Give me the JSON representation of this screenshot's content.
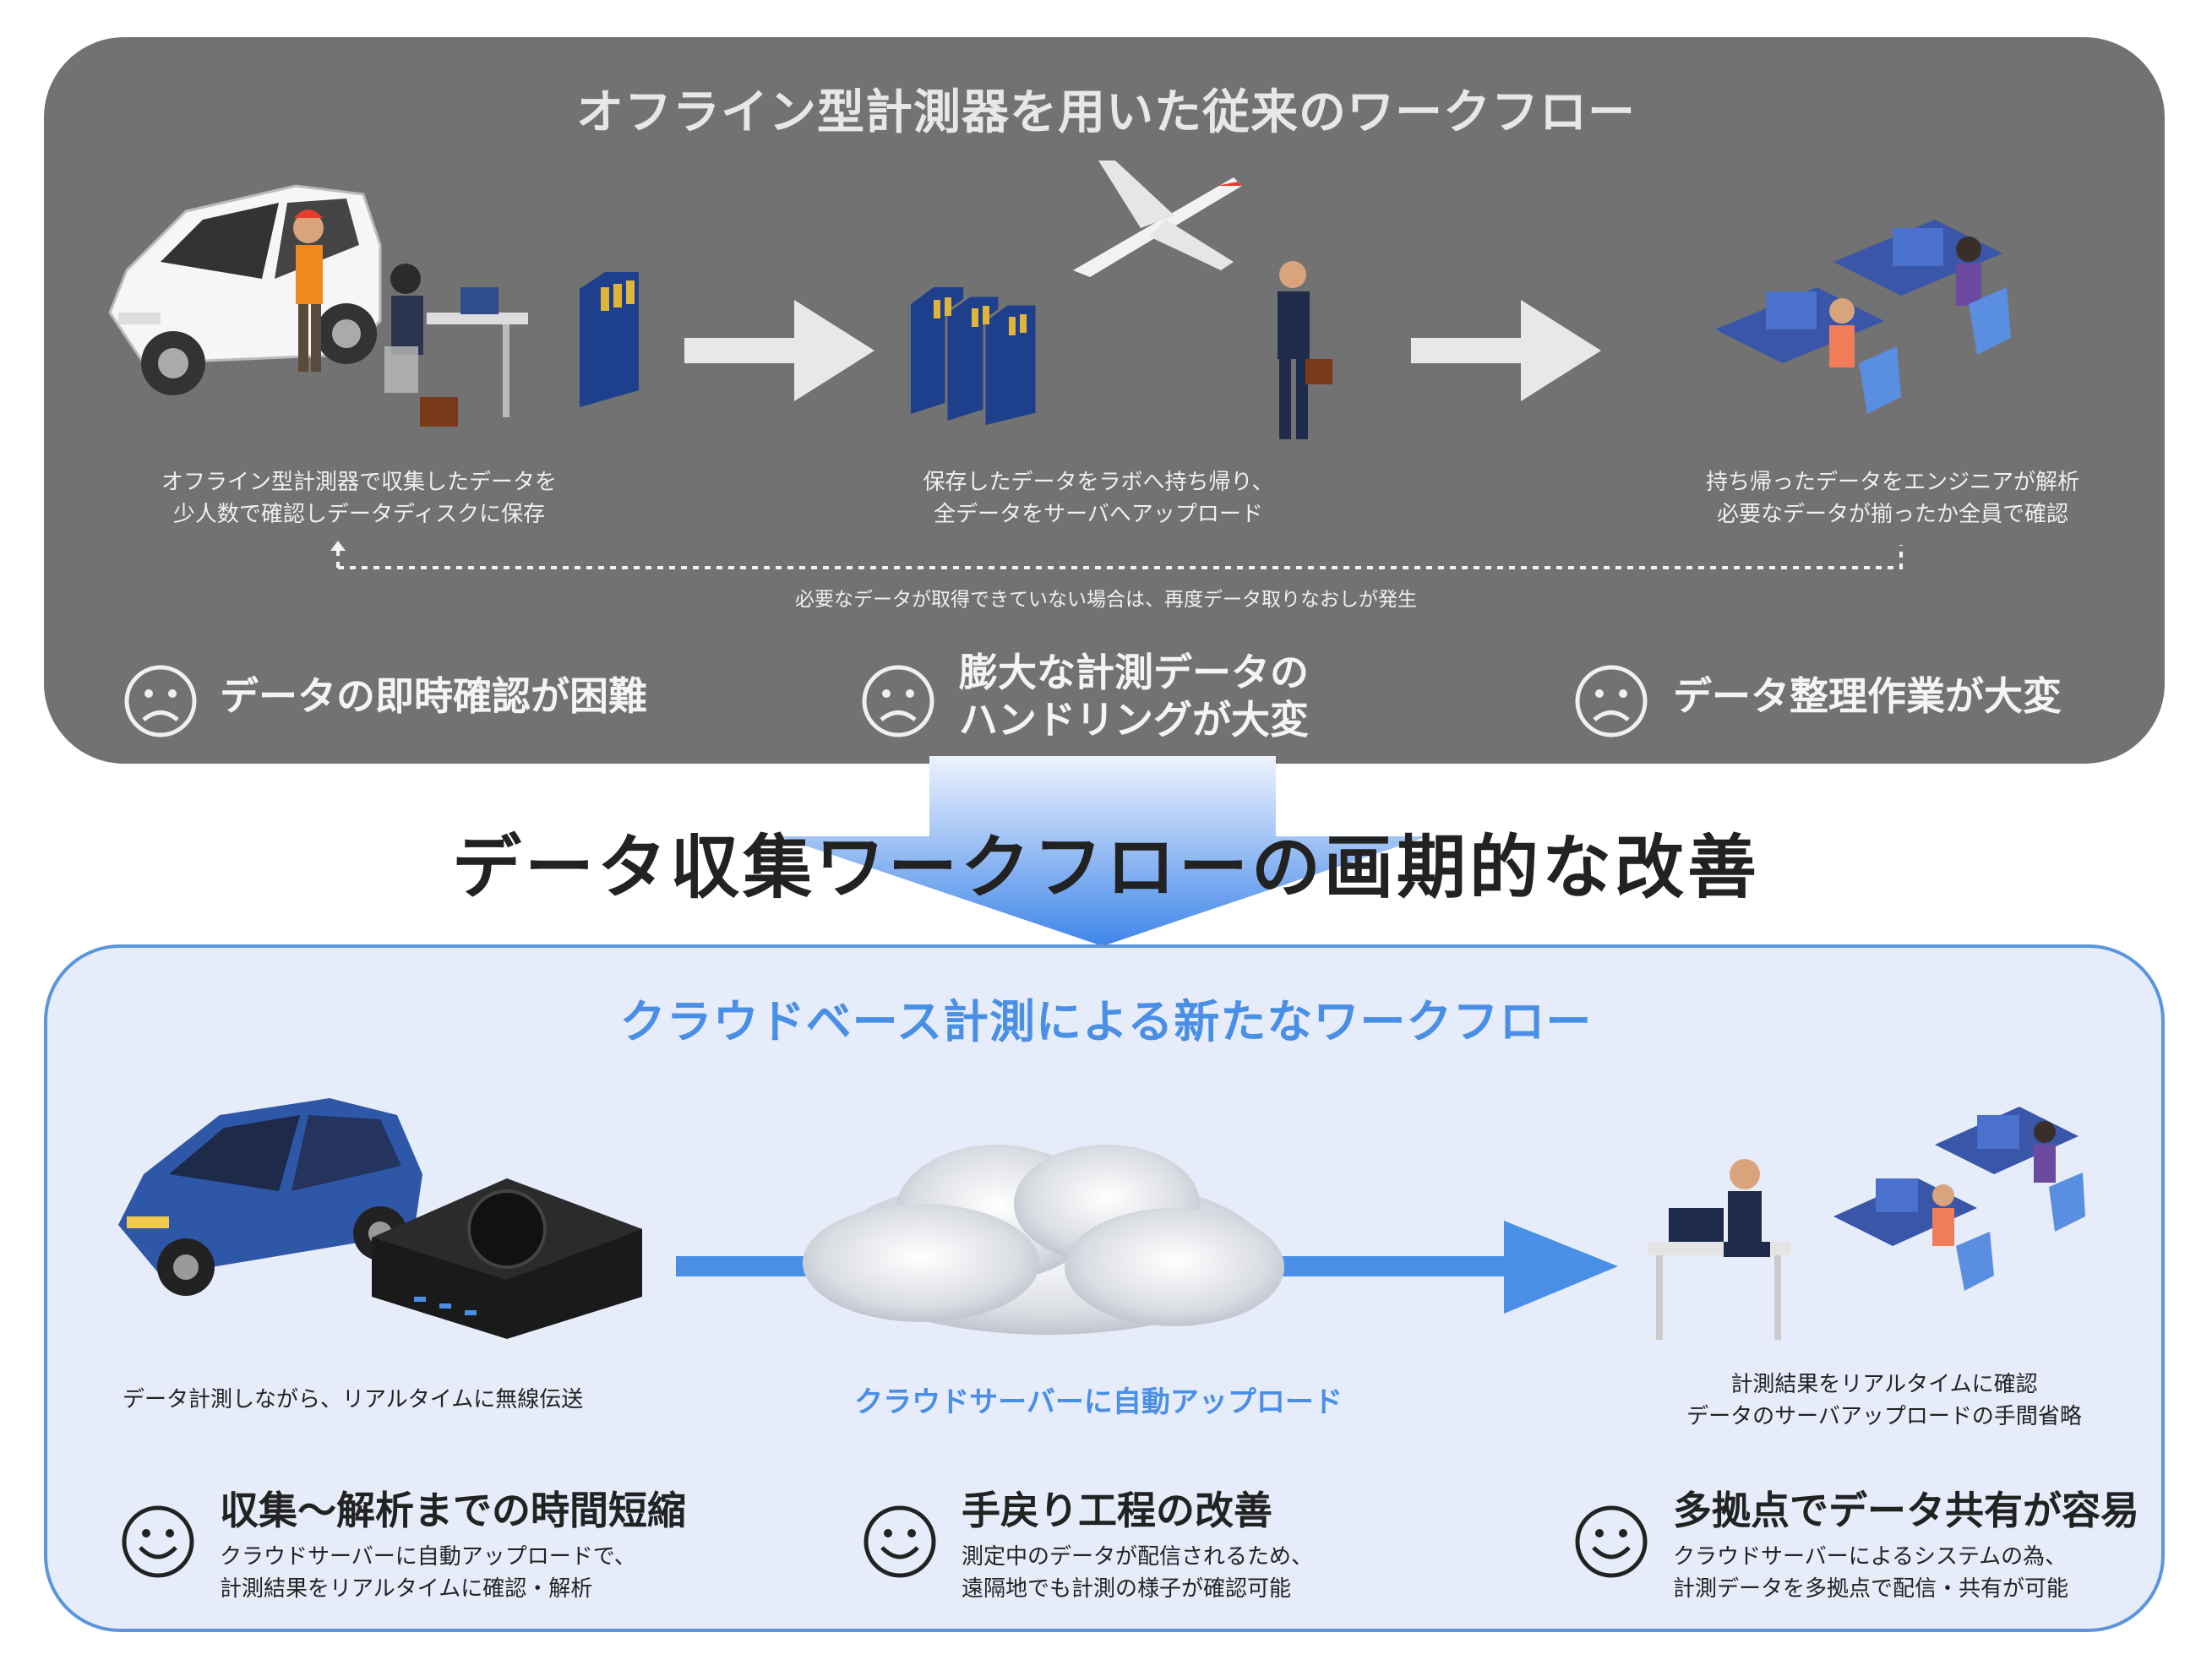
{
  "top": {
    "title": "オフライン型計測器を用いた従来のワークフロー",
    "steps": [
      {
        "line1": "オフライン型計測器で収集したデータを",
        "line2": "少人数で確認しデータディスクに保存"
      },
      {
        "line1": "保存したデータをラボへ持ち帰り、",
        "line2": "全データをサーバへアップロード"
      },
      {
        "line1": "持ち帰ったデータをエンジニアが解析",
        "line2": "必要なデータが揃ったか全員で確認"
      }
    ],
    "retry_note": "必要なデータが取得できていない場合は、再度データ取りなおしが発生",
    "problems": [
      {
        "line1": "データの即時確認が困難",
        "line2": ""
      },
      {
        "line1": "膨大な計測データの",
        "line2": "ハンドリングが大変"
      },
      {
        "line1": "データ整理作業が大変",
        "line2": ""
      }
    ]
  },
  "heading": "データ収集ワークフローの画期的な改善",
  "bottom": {
    "title": "クラウドベース計測による新たなワークフロー",
    "left_caption": "データ計測しながら、リアルタイムに無線伝送",
    "cloud_caption": "クラウドサーバーに自動アップロード",
    "right_caption": {
      "line1": "計測結果をリアルタイムに確認",
      "line2": "データのサーバアップロードの手間省略"
    },
    "benefits": [
      {
        "title": "収集〜解析までの時間短縮",
        "line1": "クラウドサーバーに自動アップロードで、",
        "line2": "計測結果をリアルタイムに確認・解析"
      },
      {
        "title": "手戻り工程の改善",
        "line1": "測定中のデータが配信されるため、",
        "line2": "遠隔地でも計測の様子が確認可能"
      },
      {
        "title": "多拠点でデータ共有が容易",
        "line1": "クラウドサーバーによるシステムの為、",
        "line2": "計測データを多拠点で配信・共有が可能"
      }
    ]
  },
  "icons": {
    "sad": "sad-face-icon",
    "smile": "smile-face-icon"
  },
  "colors": {
    "top_panel": "#727272",
    "bottom_panel": "#e6ecfa",
    "accent_blue": "#4a8fe6"
  }
}
